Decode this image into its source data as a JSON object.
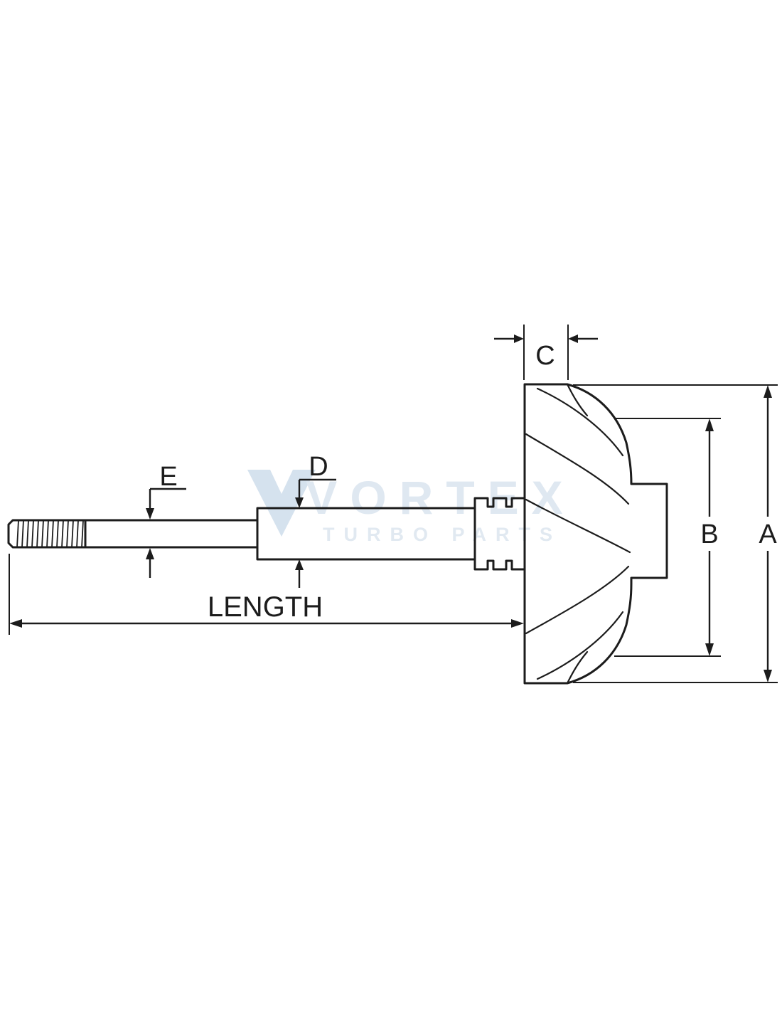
{
  "diagram": {
    "line_color": "#1c1c1c",
    "background_color": "#ffffff",
    "dimensions": {
      "a_label": "A",
      "b_label": "B",
      "c_label": "C",
      "d_label": "D",
      "e_label": "E",
      "length_label": "LENGTH"
    },
    "watermark": {
      "brand": "VORTEX",
      "tagline": "TURBO PARTS",
      "text_color": "#dfe8f1",
      "logo_color": "#d5e2ee"
    }
  }
}
